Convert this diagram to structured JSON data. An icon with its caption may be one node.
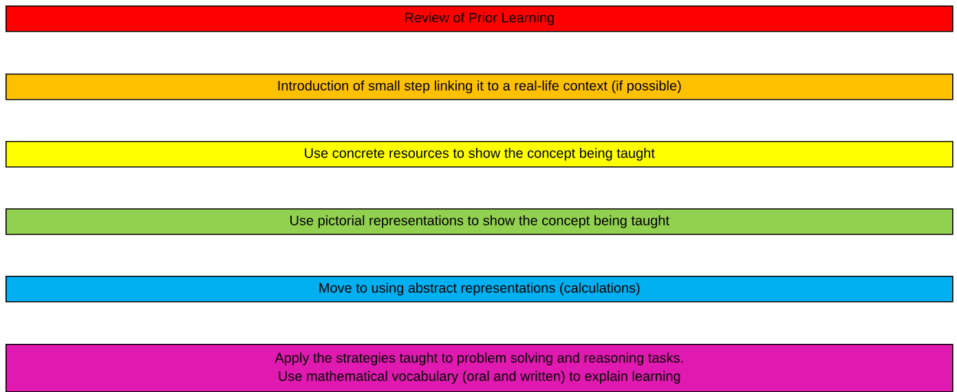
{
  "diagram": {
    "nodes": [
      {
        "text": [
          "Review of Prior Learning"
        ]
      },
      {
        "text": [
          "Introduction of small step linking it to a real-life context (if possible)"
        ]
      },
      {
        "text": [
          "Use concrete resources to show the concept being taught"
        ]
      },
      {
        "text": [
          "Use pictorial representations to show the concept being taught"
        ]
      },
      {
        "text": [
          "Move to using abstract representations (calculations)"
        ]
      },
      {
        "text": [
          "Apply the strategies taught to problem solving and reasoning tasks.",
          "Use mathematical vocabulary (oral and written) to explain learning"
        ]
      }
    ]
  }
}
